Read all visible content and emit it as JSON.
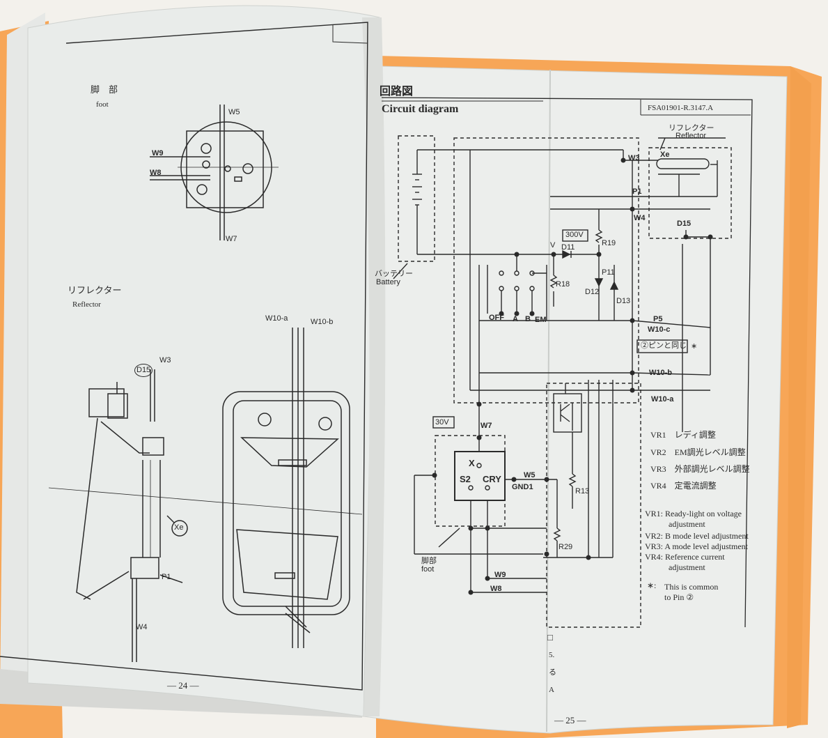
{
  "left_page": {
    "foot_jp": "脚　部",
    "foot_en": "foot",
    "reflector_jp": "リフレクター",
    "reflector_en": "Reflector",
    "page_number": "— 24 —",
    "labels": {
      "w5": "W5",
      "w9": "W9",
      "w8": "W8",
      "w7": "W7",
      "w3": "W3",
      "d15": "D15",
      "xe": "Xe",
      "p1": "P1",
      "w4": "W4",
      "w10a": "W10-a",
      "w10b": "W10-b"
    }
  },
  "right_page": {
    "title_jp": "回路図",
    "title_en": "Circuit diagram",
    "doc_code": "FSA01901-R.3147.A",
    "reflector_jp": "リフレクター",
    "reflector_en": "Reflector",
    "battery_jp": "バッテリー",
    "battery_en": "Battery",
    "foot_jp": "脚部",
    "foot_en": "foot",
    "page_number": "— 25 —",
    "components": {
      "w3": "W3",
      "xe": "Xe",
      "p1": "P1",
      "w4": "W4",
      "d15": "D15",
      "v300": "300V",
      "v": "V",
      "d11": "D11",
      "r19": "R19",
      "p11": "P11",
      "r18": "R18",
      "d12": "D12",
      "d13": "D13",
      "off": "OFF",
      "a": "A",
      "b": "B",
      "em": "EM",
      "p5": "P5",
      "w10c": "W10-c",
      "pin_note": "②ピンと同じ",
      "asterisk": "∗",
      "w10b": "W10-b",
      "w10a": "W10-a",
      "v30": "30V",
      "w7": "W7",
      "x": "X",
      "s2": "S2",
      "cry": "CRY",
      "w5": "W5",
      "gnd1": "GND1",
      "r13": "R13",
      "r29": "R29",
      "w9": "W9",
      "w8": "W8"
    },
    "vr_jp": [
      "VR1　レディ調整",
      "VR2　EM調光レベル調整",
      "VR3　外部調光レベル調整",
      "VR4　定電流調整"
    ],
    "vr_en": [
      "VR1: Ready-light on voltage",
      "adjustment",
      "VR2: B mode level adjustment",
      "VR3: A mode level adjustment",
      "VR4: Reference current",
      "adjustment"
    ],
    "note_mark": "∗:",
    "note_line1": "This is common",
    "note_line2": "to Pin ②",
    "edge_chars": [
      "□",
      "5.",
      "る",
      "A"
    ]
  },
  "colors": {
    "paper": "#e9ecea",
    "ink": "#2a2a2a",
    "folder": "#f7a657"
  }
}
